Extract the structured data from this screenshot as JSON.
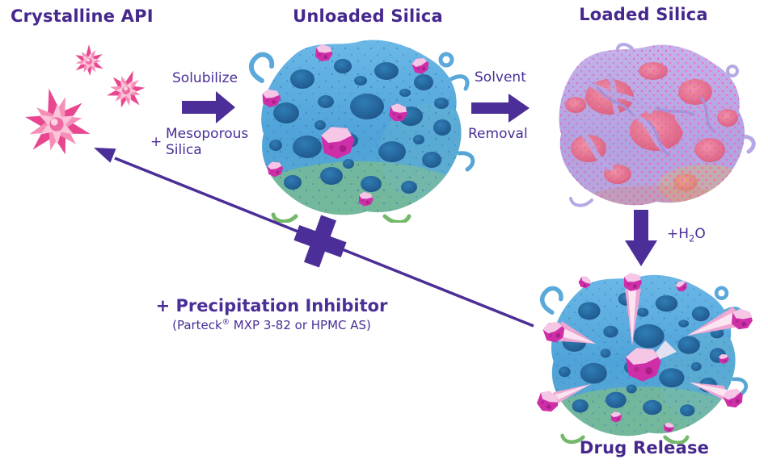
{
  "diagram": {
    "stages": {
      "crystalline_api": {
        "title": "Crystalline API"
      },
      "unloaded_silica": {
        "title": "Unloaded Silica"
      },
      "loaded_silica": {
        "title": "Loaded Silica"
      },
      "drug_release": {
        "title": "Drug Release"
      }
    },
    "steps": {
      "solubilize": {
        "label": "Solubilize",
        "plus": "+",
        "reagent_line1": "Mesoporous",
        "reagent_line2": "Silica"
      },
      "solvent_removal": {
        "label_top": "Solvent",
        "label_bottom": "Removal"
      },
      "hydration": {
        "prefix": "+H",
        "subscript": "2",
        "suffix": "O"
      },
      "inhibitor": {
        "heading": "+ Precipitation Inhibitor",
        "detail_pre": "(Parteck",
        "detail_sup": "®",
        "detail_post": " MXP 3-82 or HPMC AS)"
      }
    },
    "colors": {
      "purple": "#4b2e97",
      "title_purple": "#46278d",
      "silica_blue": "#4fa3d9",
      "silica_green": "#8cc46f",
      "silica_lavender": "#b4a8e4",
      "loaded_core_rose": "#df7390",
      "api_pink": "#e8478f",
      "chunk_magenta": "#ce2ea8"
    }
  }
}
